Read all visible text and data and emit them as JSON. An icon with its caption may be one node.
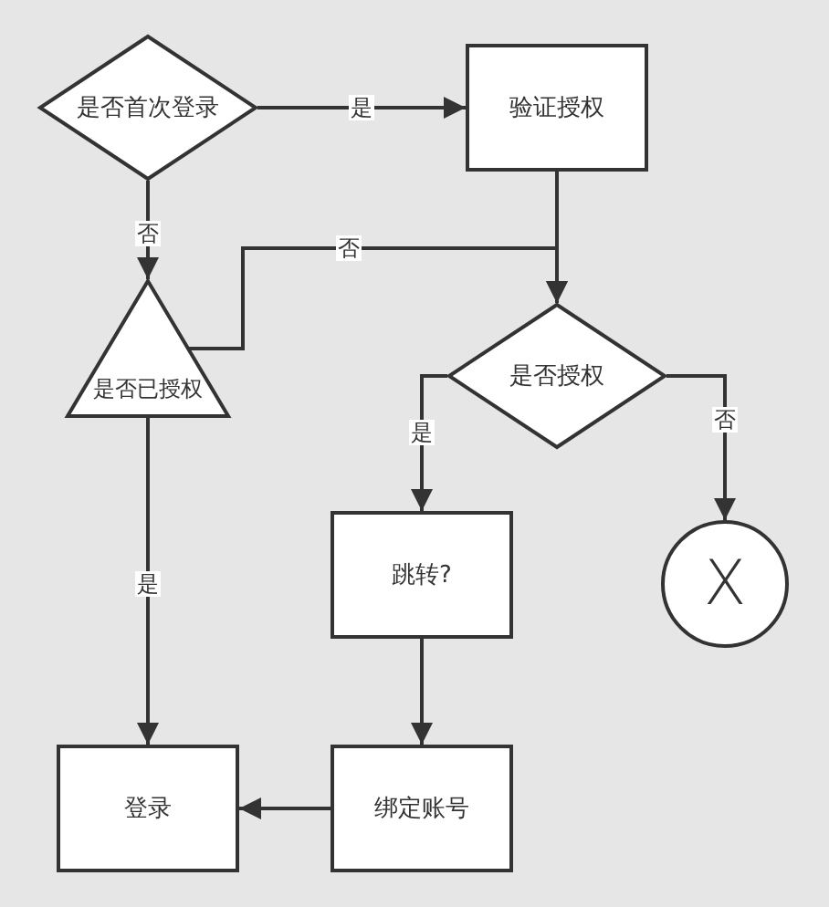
{
  "diagram": {
    "nodes": [
      {
        "text": [
          "是否首次登录"
        ]
      },
      {
        "text": [
          "验证授权"
        ]
      },
      {
        "text": [
          "是否已授权"
        ]
      },
      {
        "text": [
          "是否授权"
        ]
      },
      {
        "text": [
          "X"
        ]
      },
      {
        "text": [
          "跳转?"
        ]
      },
      {
        "text": [
          "绑定账号"
        ]
      },
      {
        "text": [
          "登录"
        ]
      }
    ],
    "edges": [
      {
        "from": 0,
        "to": 1,
        "arrow": "to",
        "label": "是"
      },
      {
        "from": 0,
        "to": 2,
        "arrow": "to",
        "label": "否"
      },
      {
        "from": 1,
        "to": 3,
        "arrow": "to"
      },
      {
        "from": 2,
        "to": 3,
        "arrow": "to",
        "label": "否"
      },
      {
        "from": 3,
        "to": 5,
        "arrow": "to",
        "label": "是"
      },
      {
        "from": 3,
        "to": 4,
        "arrow": "to",
        "label": "否"
      },
      {
        "from": 2,
        "to": 7,
        "arrow": "to",
        "label": "是"
      },
      {
        "from": 5,
        "to": 6,
        "arrow": "to"
      },
      {
        "from": 6,
        "to": 7,
        "arrow": "to"
      }
    ]
  }
}
